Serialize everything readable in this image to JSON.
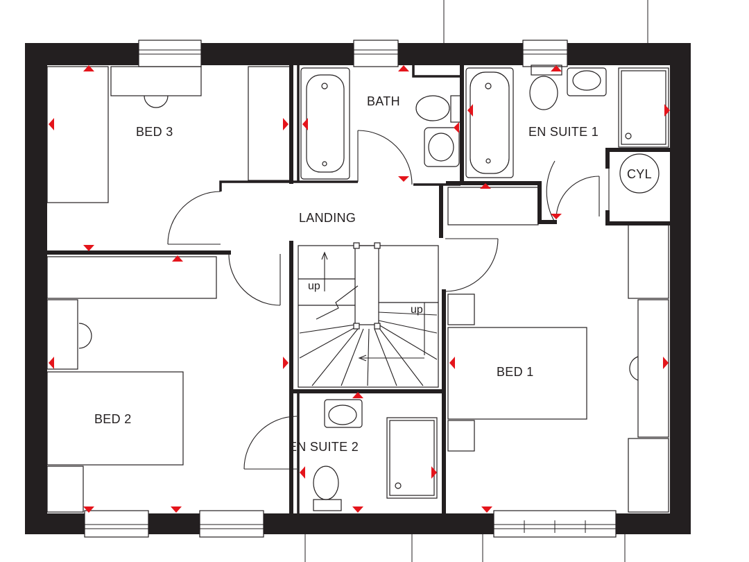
{
  "rooms": {
    "bed3": "BED 3",
    "bath": "BATH",
    "en_suite_1": "EN SUITE 1",
    "cyl": "CYL",
    "landing": "LANDING",
    "bed2": "BED 2",
    "bed1": "BED 1",
    "en_suite_2": "EN SUITE 2"
  },
  "stairs": {
    "up_label_1": "up",
    "up_label_2": "up"
  },
  "colors": {
    "wall": "#231f20",
    "marker": "#e4141b",
    "background": "#ffffff"
  }
}
